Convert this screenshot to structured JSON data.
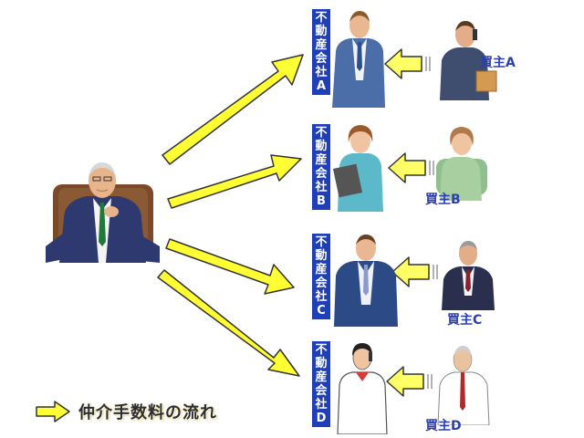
{
  "seller": {
    "icon": "businessman-in-armchair-icon"
  },
  "companies": [
    {
      "chars": [
        "不",
        "動",
        "産",
        "会",
        "社",
        "A"
      ]
    },
    {
      "chars": [
        "不",
        "動",
        "産",
        "会",
        "社",
        "B"
      ]
    },
    {
      "chars": [
        "不",
        "動",
        "産",
        "会",
        "社",
        "C"
      ]
    },
    {
      "chars": [
        "不",
        "動",
        "産",
        "会",
        "社",
        "D"
      ]
    }
  ],
  "buyers": [
    {
      "label": "買主A"
    },
    {
      "label": "買主B"
    },
    {
      "label": "買主C"
    },
    {
      "label": "買主D"
    }
  ],
  "legend": {
    "text": "仲介手数料の流れ",
    "icon": "yellow-arrow-icon"
  },
  "colors": {
    "arrow_fill": "#ffff33",
    "arrow_stroke": "#333333",
    "label_bg": "#1f3fb8",
    "label_text": "#ffffff",
    "buyer_text": "#2c3fae"
  }
}
